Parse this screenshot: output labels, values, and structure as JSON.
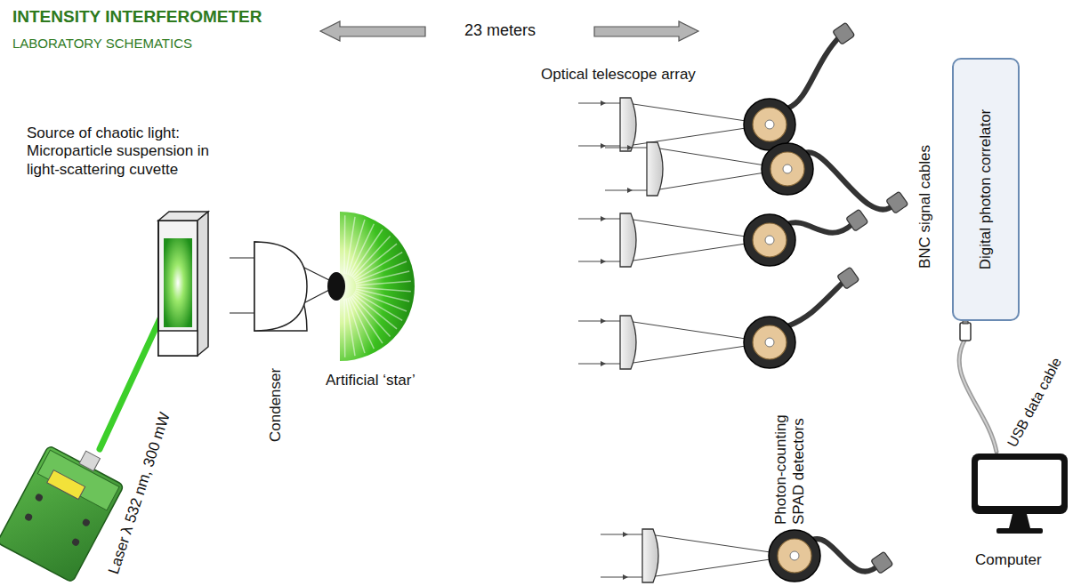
{
  "diagram": {
    "title": "INTENSITY INTERFEROMETER",
    "nodes": [
      {
        "text": [
          "Digital photon correlator"
        ]
      },
      {
        "text": [
          "Computer"
        ]
      }
    ],
    "edges": [
      {
        "from": 0,
        "to": 1,
        "arrow": "none"
      }
    ],
    "labels": [
      "LABORATORY SCHEMATICS",
      "23 meters",
      "Source of chaotic light: Microparticle suspension in light-scattering cuvette",
      "Condenser",
      "Artificial ‘star’",
      "Laser λ 532 nm, 300 mW",
      "Optical telescope array",
      "BNC signal cables",
      "Photon-counting SPAD detectors",
      "USB data cable"
    ]
  }
}
